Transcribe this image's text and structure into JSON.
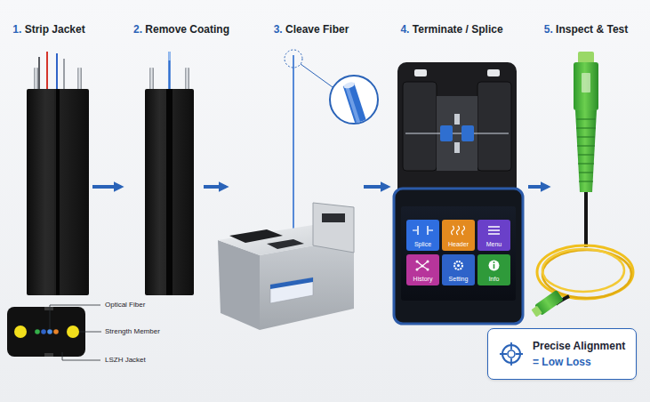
{
  "diagram": {
    "nodes": [
      {
        "text": [
          "1. Strip Jacket"
        ]
      },
      {
        "text": [
          "2. Remove Coating"
        ]
      },
      {
        "text": [
          "3. Cleave Fiber"
        ]
      },
      {
        "text": [
          "4. Terminate / Splice"
        ]
      },
      {
        "text": [
          "5. Inspect & Test"
        ]
      },
      {
        "text": [
          "Splice"
        ],
        "in": 3
      },
      {
        "text": [
          "Header"
        ],
        "in": 3
      },
      {
        "text": [
          "Menu"
        ],
        "in": 3
      },
      {
        "text": [
          "History"
        ],
        "in": 3
      },
      {
        "text": [
          "Setting"
        ],
        "in": 3
      },
      {
        "text": [
          "Info"
        ],
        "in": 3
      },
      {
        "text": [
          "Precise Alignment",
          "= Low Loss"
        ]
      }
    ],
    "edges": [
      {
        "from": 0,
        "to": 1,
        "arrow": "to"
      },
      {
        "from": 1,
        "to": 2,
        "arrow": "to"
      },
      {
        "from": 2,
        "to": 3,
        "arrow": "to"
      },
      {
        "from": 3,
        "to": 4,
        "arrow": "to"
      }
    ],
    "labels": [
      "Optical Fiber",
      "Strength Member",
      "LSZH Jacket"
    ]
  }
}
